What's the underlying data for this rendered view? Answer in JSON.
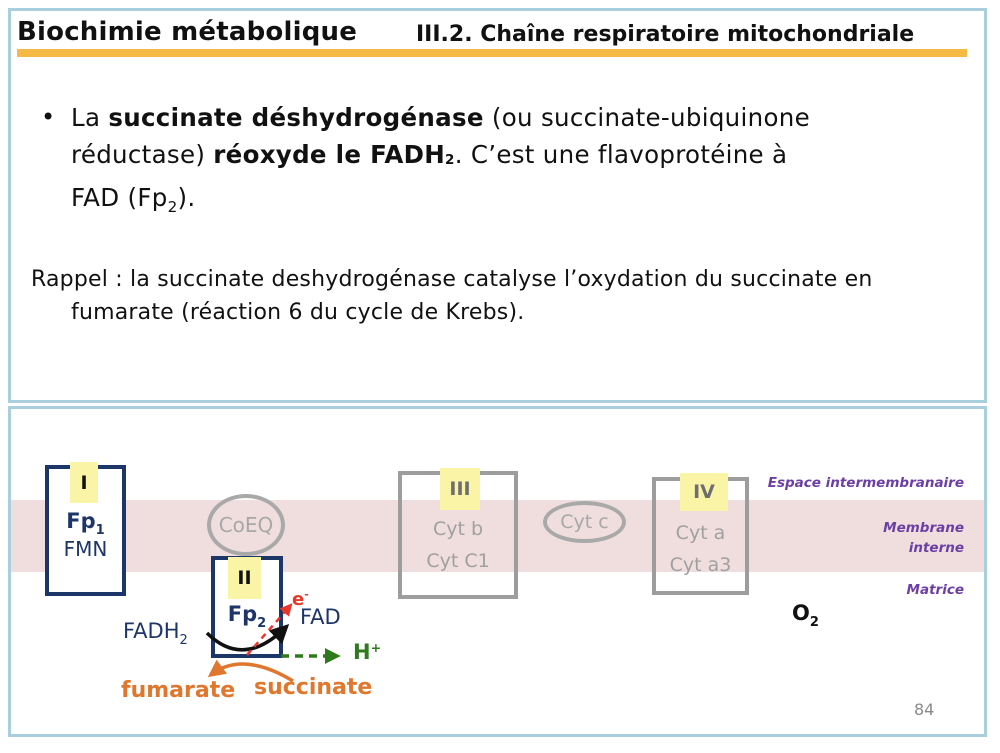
{
  "colors": {
    "panel_border_blue": "#a9cedd",
    "title_underline_orange": "#f4ba45",
    "navy": "#1e3569",
    "gray_complex": "#9d9d9d",
    "membrane_pink": "#efdedd",
    "tag_yellow": "#faf4a6",
    "purple_labels": "#6c3fa4",
    "orange_substrates": "#e0772f",
    "green_proton": "#2e7a1d",
    "red_electron": "#e9382b"
  },
  "header": {
    "course_title": "Biochimie métabolique",
    "section_title": "III.2. Chaîne respiratoire mitochondriale"
  },
  "body": {
    "bullet_char": "•",
    "bullet_line1_t1": "La ",
    "bullet_line1_b1": "succinate déshydrogénase",
    "bullet_line1_t2": " (ou succinate-ubiquinone",
    "bullet_line2_t1": "réductase) ",
    "bullet_line2_b1": "réoxyde le FADH",
    "bullet_line2_b1sub": "2",
    "bullet_line2_t2": ". C’est une flavoprotéine à",
    "bullet_line3_t1": "FAD (Fp",
    "bullet_line3_sub": "2",
    "bullet_line3_t2": ").",
    "rappel_line1": "Rappel : la succinate deshydrogénase catalyse l’oxydation du succinate en",
    "rappel_line2": "fumarate (réaction 6 du cycle de Krebs)."
  },
  "diagram": {
    "compartments": {
      "intermembrane_space": "Espace intermembranaire",
      "membrane_line1": "Membrane",
      "membrane_line2": "interne",
      "matrix": "Matrice"
    },
    "complex1": {
      "tag": "I",
      "fp": "Fp",
      "fp_sub": "1",
      "cofactor": "FMN"
    },
    "coeq_label": "CoEQ",
    "complex2": {
      "tag": "II",
      "fp": "Fp",
      "fp_sub": "2"
    },
    "complex3": {
      "tag": "III",
      "line1": "Cyt b",
      "line2": "Cyt C1"
    },
    "cytc_label": "Cyt c",
    "complex4": {
      "tag": "IV",
      "line1": "Cyt a",
      "line2": "Cyt a3"
    },
    "oxygen": {
      "t": "O",
      "sub": "2"
    },
    "fadh2": {
      "t": "FADH",
      "sub": "2"
    },
    "fad_label": "FAD",
    "electron": {
      "t": "e",
      "sup": "-"
    },
    "proton": {
      "t": "H",
      "sup": "+"
    },
    "fumarate_label": "fumarate",
    "succinate_label": "succinate"
  },
  "page_number": "84"
}
